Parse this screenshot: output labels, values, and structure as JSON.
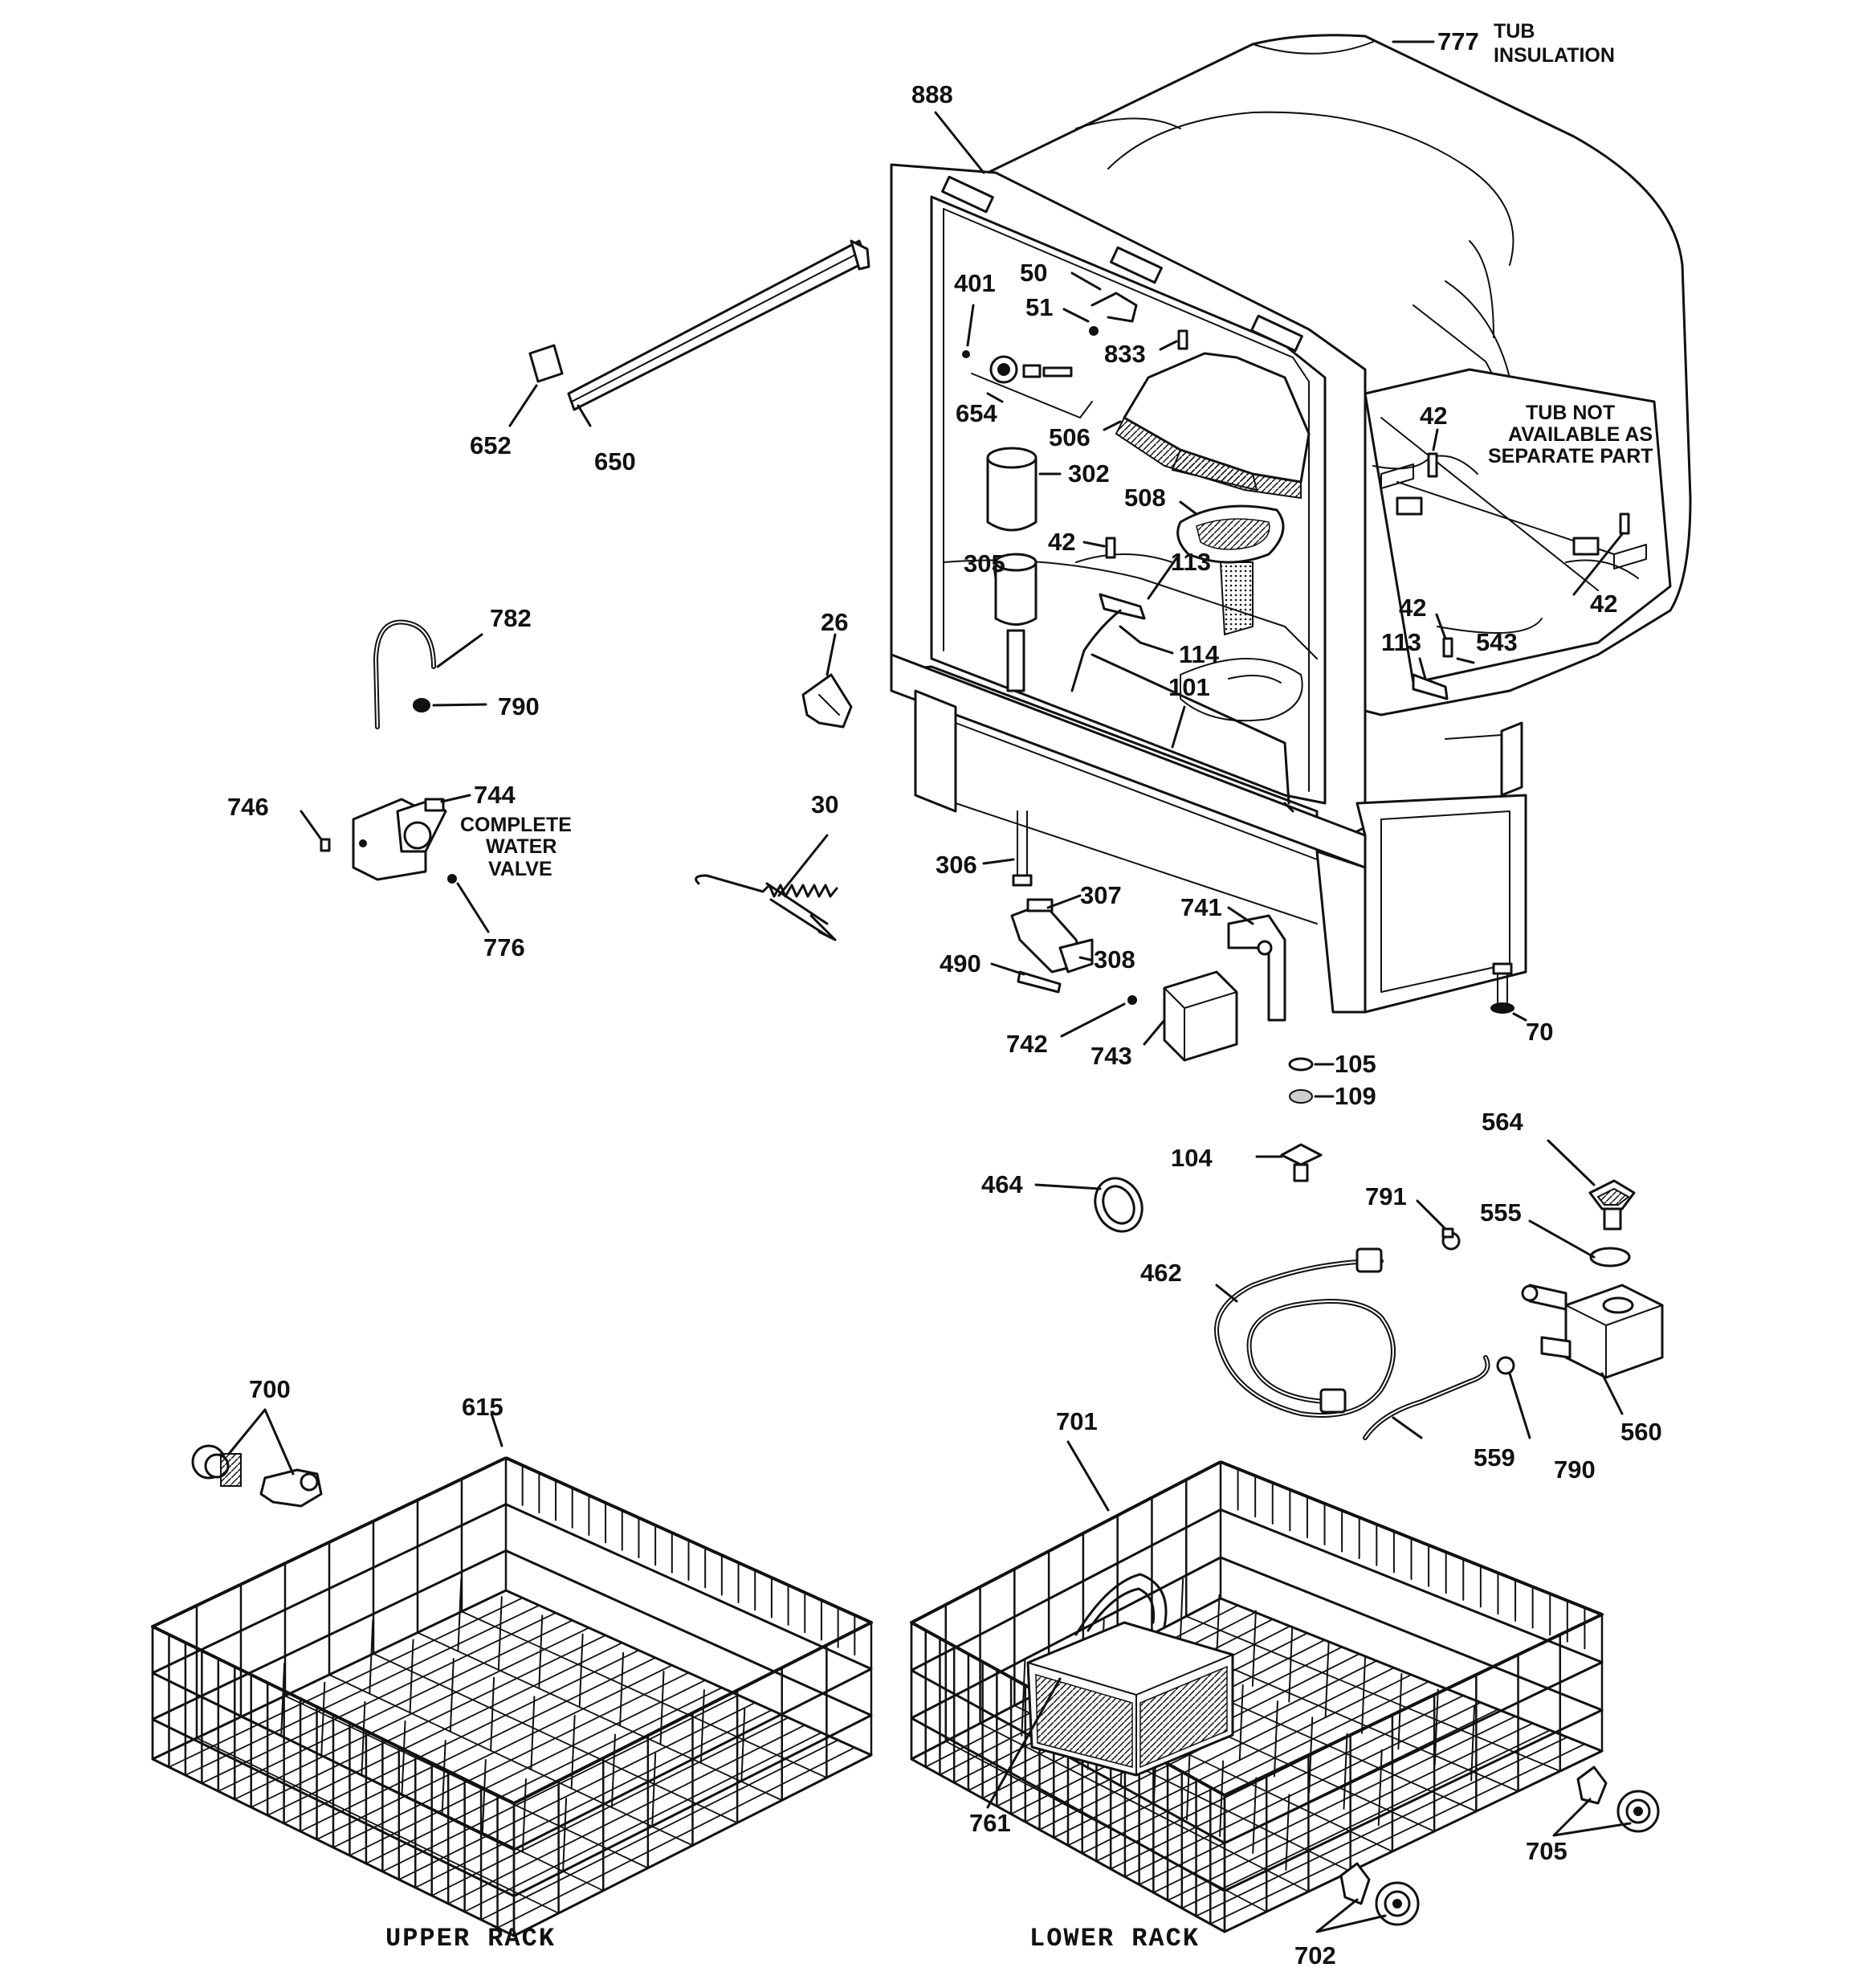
{
  "callouts": {
    "c777": "777",
    "c888": "888",
    "c401": "401",
    "c50": "50",
    "c51": "51",
    "c833": "833",
    "c654": "654",
    "c652": "652",
    "c650": "650",
    "c506": "506",
    "c302": "302",
    "c508": "508",
    "c42a": "42",
    "c42b": "42",
    "c42c": "42",
    "c42d": "42",
    "c305": "305",
    "c113a": "113",
    "c113b": "113",
    "c543": "543",
    "c114": "114",
    "c101": "101",
    "c26": "26",
    "c782": "782",
    "c790a": "790",
    "c744": "744",
    "c746": "746",
    "c776": "776",
    "c30": "30",
    "c306": "306",
    "c307": "307",
    "c308": "308",
    "c741": "741",
    "c490": "490",
    "c742": "742",
    "c743": "743",
    "c70": "70",
    "c105": "105",
    "c109": "109",
    "c104": "104",
    "c564": "564",
    "c464": "464",
    "c791": "791",
    "c555": "555",
    "c462": "462",
    "c560": "560",
    "c559": "559",
    "c790b": "790",
    "c700": "700",
    "c615": "615",
    "c701": "701",
    "c761": "761",
    "c705": "705",
    "c702": "702"
  },
  "notes": {
    "tub_insulation_1": "TUB",
    "tub_insulation_2": "INSULATION",
    "tub_not_1": "TUB NOT",
    "tub_not_2": "AVAILABLE AS",
    "tub_not_3": "SEPARATE PART",
    "water_valve_1": "COMPLETE",
    "water_valve_2": "WATER",
    "water_valve_3": "VALVE"
  },
  "captions": {
    "upper_rack": "UPPER RACK",
    "lower_rack": "LOWER RACK"
  }
}
